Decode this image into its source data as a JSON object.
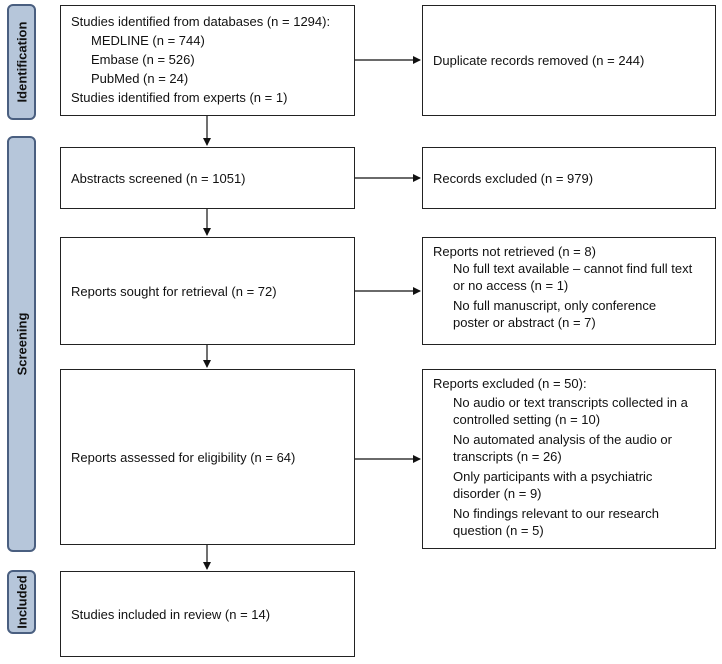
{
  "phases": {
    "identification": "Identification",
    "screening": "Screening",
    "included": "Included"
  },
  "identified": {
    "title": "Studies identified from databases (n = 1294):",
    "medline": "MEDLINE (n = 744)",
    "embase": "Embase (n = 526)",
    "pubmed": "PubMed (n = 24)",
    "experts": "Studies identified from experts (n = 1)"
  },
  "duplicates": "Duplicate records removed (n = 244)",
  "abstracts": "Abstracts screened (n = 1051)",
  "records_excluded": "Records excluded (n = 979)",
  "sought": "Reports sought for retrieval (n = 72)",
  "not_retrieved": {
    "title": "Reports not retrieved (n = 8)",
    "r1a": "No full text available – cannot find full text",
    "r1b": "or no access (n = 1)",
    "r2a": "No full manuscript, only conference",
    "r2b": "poster or abstract (n = 7)"
  },
  "assessed": "Reports assessed for eligibility (n = 64)",
  "excluded": {
    "title": "Reports excluded (n = 50):",
    "e1a": "No audio or text transcripts collected in a",
    "e1b": "controlled setting (n = 10)",
    "e2a": "No automated analysis of the audio or",
    "e2b": "transcripts (n = 26)",
    "e3a": "Only participants with a psychiatric",
    "e3b": "disorder (n = 9)",
    "e4a": "No findings relevant to our research",
    "e4b": "question (n = 5)"
  },
  "included_box": "Studies included in review (n = 14)"
}
